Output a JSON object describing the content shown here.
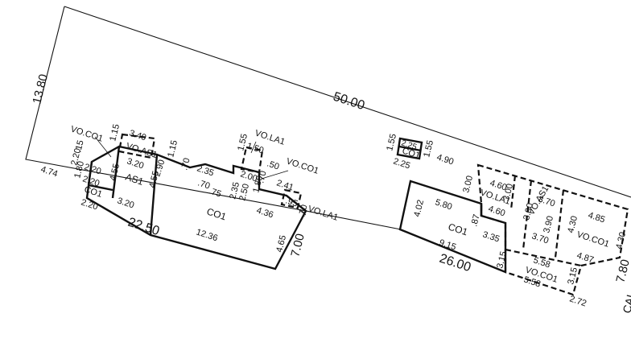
{
  "plan": {
    "lot_dimensions": {
      "left_side": "13.80",
      "rear": "50.00",
      "front_left": "22.50",
      "front_right": "26.00",
      "right_side": "7.80",
      "step": "7.00"
    },
    "street_label": "CAL",
    "room_labels": {
      "as1_left": "AS1",
      "co1_left_small": "CO1",
      "co1_main_left": "CO1",
      "co1_small_upper": "CO1",
      "co1_main_right": "CO1",
      "vo_co1_left": "VO.CO1",
      "vo_as1_left": "VO.AS1",
      "vo_la1_top": "VO.LA1",
      "vo_co1_top": "VO.CO1",
      "vo_la1_right_left": "VO.LA1",
      "vo_la1_right": "VO.LA1",
      "vo_as1_right": "VO.AS1",
      "vo_co1_right": "VO.CO1",
      "vo_co1_bottom": "VO.CO1"
    },
    "dimensions": {
      "d_474": "4.74",
      "d_220a": "2.20",
      "d_220b": "2.20",
      "d_220c": "2.20",
      "d_180": "1.80",
      "d_15": ".15",
      "d_455a": "4.55",
      "d_320a": "3.20",
      "d_320b": "3.20",
      "d_115a": "1.15",
      "d_340": "3.40",
      "d_115b": "1.15",
      "d_455b": "4.55",
      "d_290": "2.90",
      "d_70a": ".70",
      "d_235a": "2.35",
      "d_70b": ".70",
      "d_75": ".75",
      "d_235b": "2.35",
      "d_250": "2.50",
      "d_155a": "1.55",
      "d_150": "1.50",
      "d_50": ".50",
      "d_200": "2.00",
      "d_180b": "1.80",
      "d_70c": ".70",
      "d_241": "2.41",
      "d_95": ".95",
      "d_70d": ".70",
      "d_436": "4.36",
      "d_1236": "12.36",
      "d_465": "4.65",
      "d_155b": "1.55",
      "d_225a": "2.25",
      "d_155c": "1.55",
      "d_225b": "2.25",
      "d_490": "4.90",
      "d_300a": "3.00",
      "d_460a": "4.60",
      "d_300b": "3.00",
      "d_460b": "4.60",
      "d_370a": "3.70",
      "d_390a": "3.90",
      "d_390b": "3.90",
      "d_370b": "3.70",
      "d_485": "4.85",
      "d_430a": "4.30",
      "d_430b": "4.30",
      "d_402": "4.02",
      "d_580": "5.80",
      "d_87": ".87",
      "d_335": "3.35",
      "d_915": "9.15",
      "d_315a": "3.15",
      "d_558a": "5.58",
      "d_558b": "5.58",
      "d_315b": "3.15",
      "d_487": "4.87",
      "d_272": "2.72"
    }
  }
}
